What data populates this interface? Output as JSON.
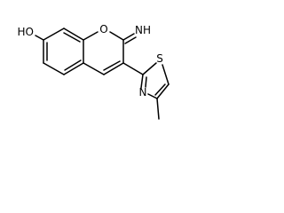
{
  "molecule": {
    "atom_labels": {
      "hydroxyl": "HO",
      "ring_oxygen": "O",
      "imine": "NH",
      "thiazole_sulfur": "S",
      "thiazole_nitrogen": "N"
    },
    "colors": {
      "bond": "#000000",
      "text": "#000000",
      "background": "#ffffff"
    }
  }
}
